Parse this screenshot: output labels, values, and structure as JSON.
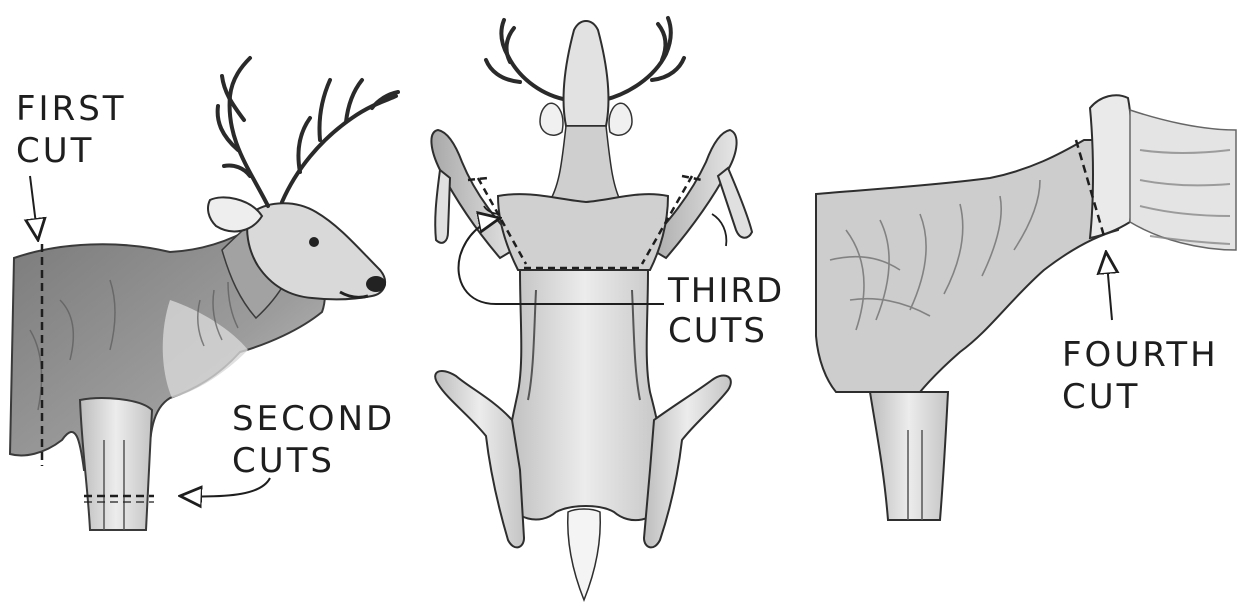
{
  "labels": {
    "first_cut": [
      "FIRST",
      "CUT"
    ],
    "second_cuts": [
      "SECOND",
      "CUTS"
    ],
    "third_cuts": [
      "THIRD",
      "CUTS"
    ],
    "fourth_cut": [
      "FOURTH",
      "CUT"
    ]
  },
  "colors": {
    "ink": "#1e1e1e",
    "shade_dark": "#8a8a8a",
    "shade_mid": "#b8b8b8",
    "shade_light": "#dcdcdc",
    "paper": "#ffffff"
  }
}
